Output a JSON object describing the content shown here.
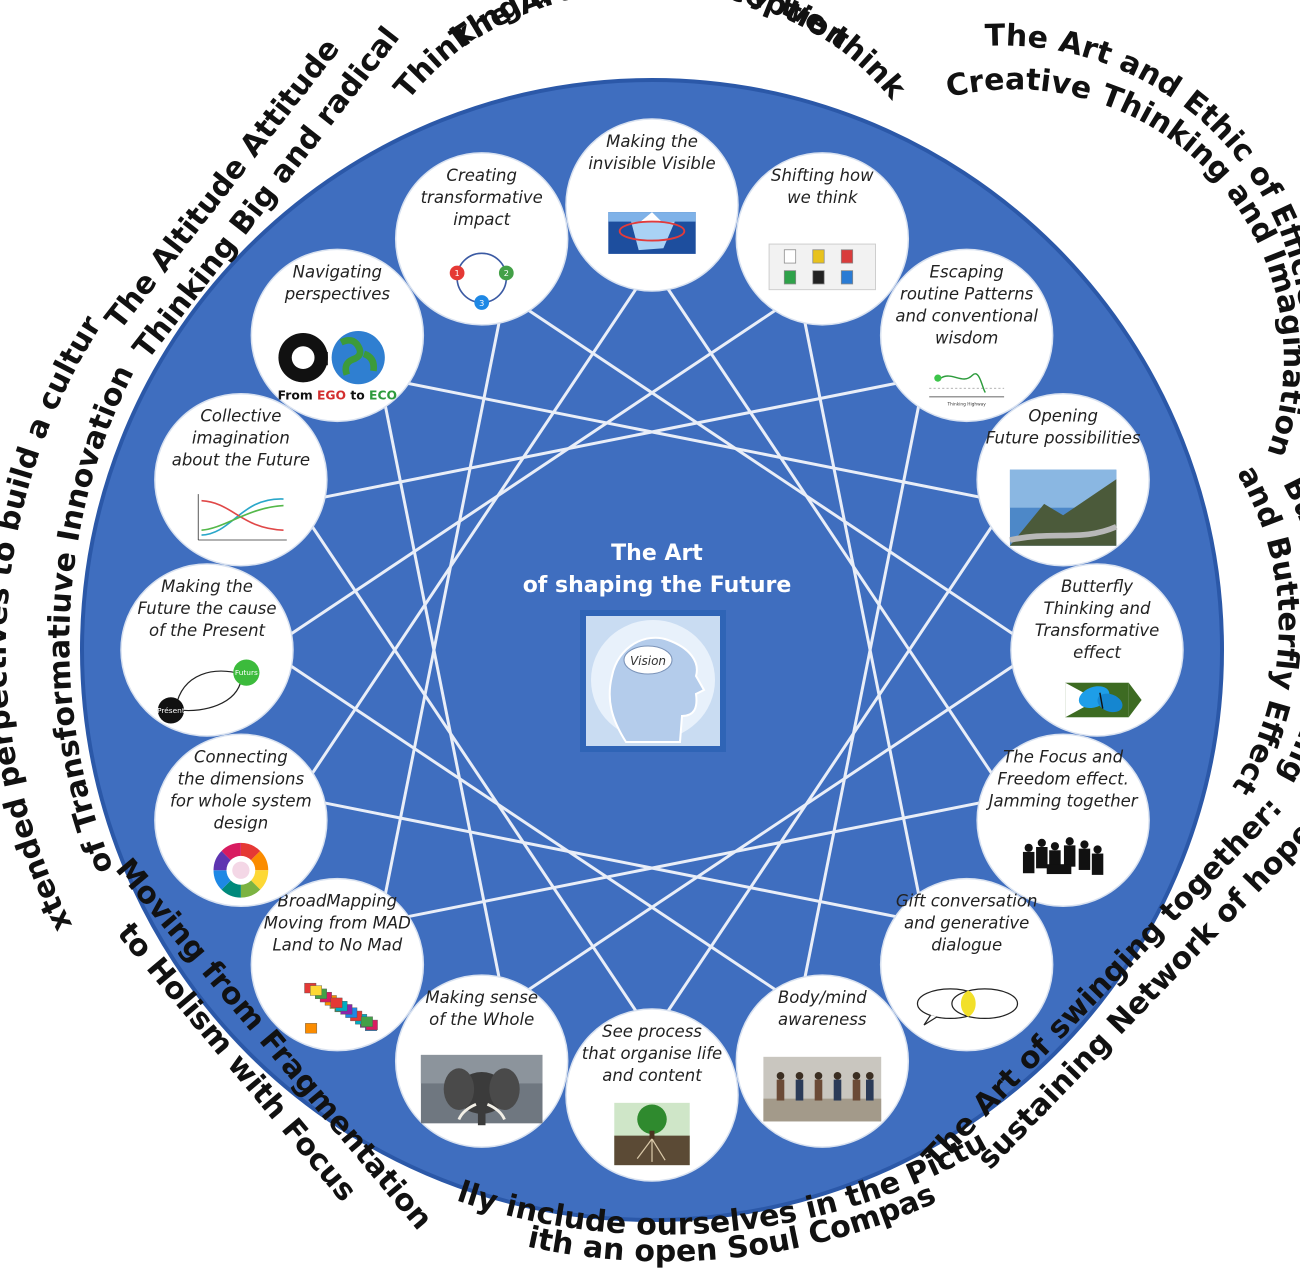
{
  "colors": {
    "disc": "#3f6ebf",
    "disc_edge": "#2b58a8",
    "star_lines": "#e9eef8",
    "node_fill": "#ffffff"
  },
  "outer_labels": [
    {
      "id": "reperception",
      "lines": [
        "The Art of Reperception",
        "Thinking about the way we think"
      ]
    },
    {
      "id": "ethic",
      "lines": [
        "The Art and Ethic of Efficient,",
        "Creative Thinking and Imagination"
      ]
    },
    {
      "id": "butterfly",
      "lines": [
        "Butterfly Thinking",
        "and Butterfly Effect"
      ]
    },
    {
      "id": "swinging",
      "lines": [
        "The Art of swinging together:",
        "sustaining Network of hopes"
      ]
    },
    {
      "id": "picture",
      "lines": [
        "Fully include ourselves in the Picture",
        "With an open Soul Compass"
      ]
    },
    {
      "id": "fragmentation",
      "lines": [
        "Moving from Fragmentation",
        "to Holism with Focus"
      ]
    },
    {
      "id": "culture",
      "lines": [
        "Extended perpectives to build a culture",
        "of Transformatiuve Innovation"
      ]
    },
    {
      "id": "altitude",
      "lines": [
        "The Altitude Attitude",
        "Thinking Big and radical"
      ]
    }
  ],
  "center": {
    "title_lines": [
      "The Art",
      "of shaping the Future"
    ],
    "image_word": "Vision",
    "image_icon": "head-vision-icon"
  },
  "nodes": [
    {
      "id": "invisible",
      "lines": [
        "Making the",
        "invisible Visible"
      ],
      "icon": "iceberg-icon"
    },
    {
      "id": "shifting",
      "lines": [
        "Shifting how",
        "we think"
      ],
      "icon": "paint-buckets-icon"
    },
    {
      "id": "escaping",
      "lines": [
        "Escaping",
        "routine Patterns",
        "and conventional",
        "wisdom"
      ],
      "icon": "thinking-highway-icon",
      "caption": "Thinking Highway"
    },
    {
      "id": "opening",
      "lines": [
        "Opening",
        "Future possibilities"
      ],
      "icon": "coastal-road-icon"
    },
    {
      "id": "butterfly",
      "lines": [
        "Butterfly",
        "Thinking and",
        "Transformative",
        "effect"
      ],
      "icon": "butterfly-icon"
    },
    {
      "id": "focus",
      "lines": [
        "The Focus and",
        "Freedom effect.",
        "Jamming together"
      ],
      "icon": "jazz-band-icon"
    },
    {
      "id": "gift",
      "lines": [
        "Gift conversation",
        "and generative",
        "dialogue"
      ],
      "icon": "speech-bubbles-icon"
    },
    {
      "id": "bodymind",
      "lines": [
        "Body/mind",
        "awareness"
      ],
      "icon": "dance-class-icon"
    },
    {
      "id": "process",
      "lines": [
        "See process",
        "that organise life",
        "and content"
      ],
      "icon": "tree-roots-icon"
    },
    {
      "id": "whole",
      "lines": [
        "Making sense",
        "of the Whole"
      ],
      "icon": "elephant-icon"
    },
    {
      "id": "broadmapping",
      "lines": [
        "BroadMapping",
        "Moving from MAD",
        "Land to No Mad"
      ],
      "icon": "colored-map-icon"
    },
    {
      "id": "connecting",
      "lines": [
        "Connecting",
        "the dimensions",
        "for whole system",
        "design"
      ],
      "icon": "color-wheel-icon"
    },
    {
      "id": "cause",
      "lines": [
        "Making the",
        "Future the cause",
        "of the Present"
      ],
      "icon": "future-present-cycle-icon",
      "labels": [
        "Futurs",
        "Présent"
      ]
    },
    {
      "id": "collective",
      "lines": [
        "Collective",
        "imagination",
        "about  the Future"
      ],
      "icon": "s-curves-chart-icon"
    },
    {
      "id": "navigating",
      "lines": [
        "Navigating",
        "perspectives"
      ],
      "icon": "ego-eco-globe-icon",
      "caption": [
        "From ",
        "EGO",
        " to ",
        "ECO"
      ]
    },
    {
      "id": "creating",
      "lines": [
        "Creating",
        "transformative",
        "impact"
      ],
      "icon": "cycle-123-icon",
      "labels": [
        "1",
        "2",
        "3"
      ]
    }
  ]
}
